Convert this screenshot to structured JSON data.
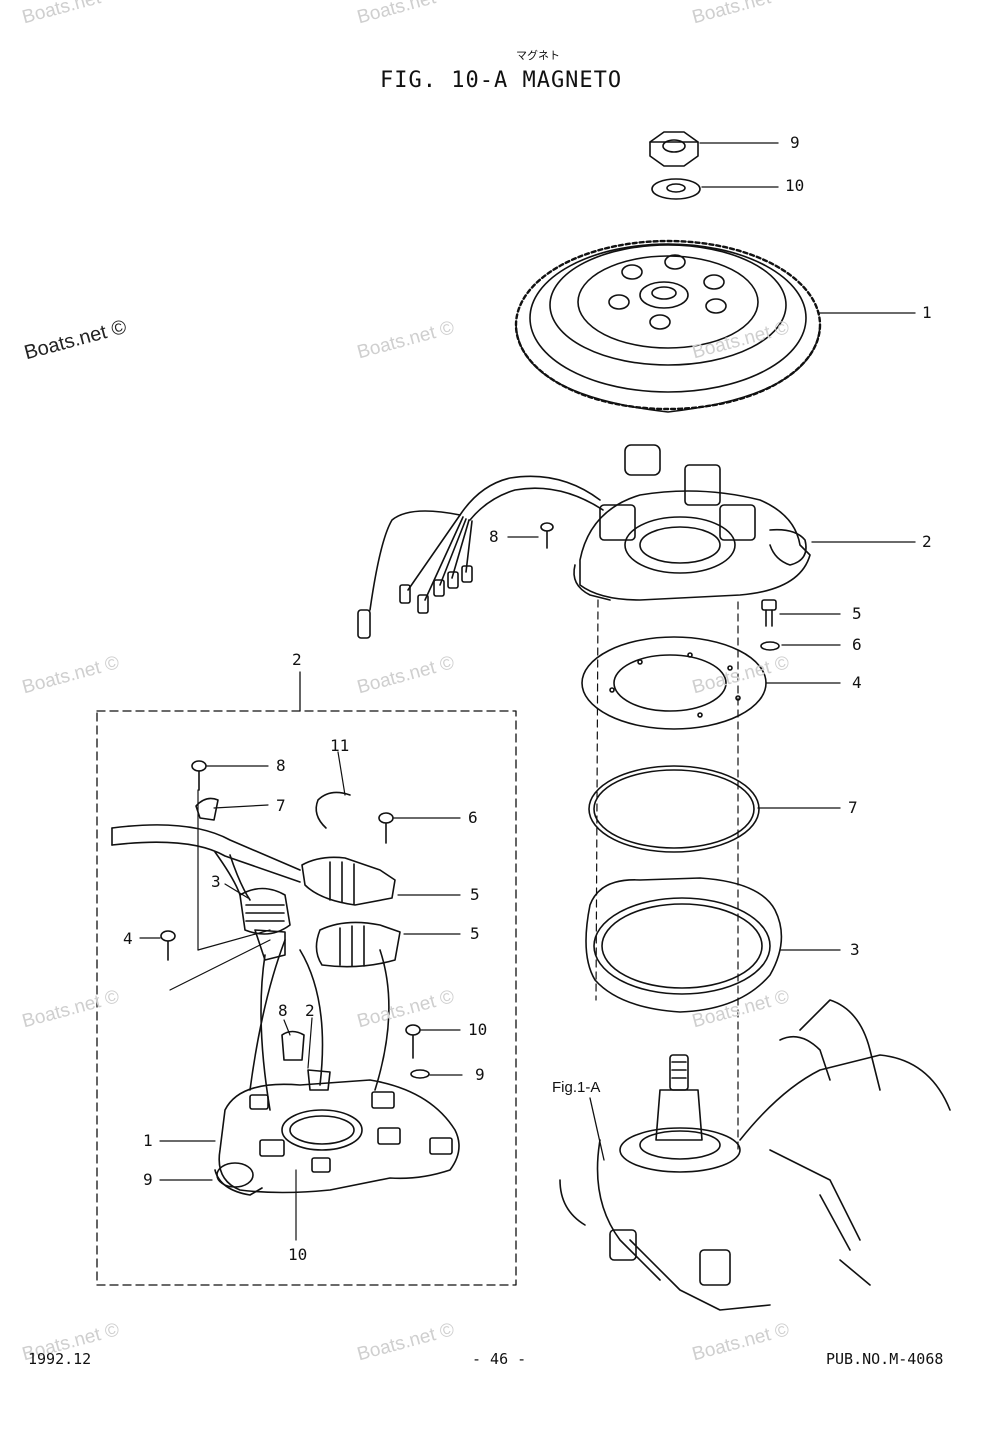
{
  "title": {
    "kana": "マグネト",
    "text": "FIG. 10-A MAGNETO"
  },
  "watermark": {
    "text": "Boats.net ©"
  },
  "callouts_main": [
    {
      "id": "nut",
      "label": "9"
    },
    {
      "id": "washer",
      "label": "10"
    },
    {
      "id": "flywheel",
      "label": "1"
    },
    {
      "id": "screw",
      "label": "8"
    },
    {
      "id": "stator-assy",
      "label": "2"
    },
    {
      "id": "bolt",
      "label": "5"
    },
    {
      "id": "lock-washer",
      "label": "6"
    },
    {
      "id": "plate",
      "label": "4"
    },
    {
      "id": "o-ring",
      "label": "7"
    },
    {
      "id": "housing",
      "label": "3"
    }
  ],
  "callouts_inset": [
    {
      "id": "group-2",
      "label": "2"
    },
    {
      "id": "i-8-top",
      "label": "8"
    },
    {
      "id": "i-11",
      "label": "11"
    },
    {
      "id": "i-7",
      "label": "7"
    },
    {
      "id": "i-6",
      "label": "6"
    },
    {
      "id": "i-3",
      "label": "3"
    },
    {
      "id": "i-5a",
      "label": "5"
    },
    {
      "id": "i-5b",
      "label": "5"
    },
    {
      "id": "i-4",
      "label": "4"
    },
    {
      "id": "i-10-right",
      "label": "10"
    },
    {
      "id": "i-8-mid",
      "label": "8"
    },
    {
      "id": "i-2-mid",
      "label": "2"
    },
    {
      "id": "i-9-right",
      "label": "9"
    },
    {
      "id": "i-1",
      "label": "1"
    },
    {
      "id": "i-9-left",
      "label": "9"
    },
    {
      "id": "i-10-bottom",
      "label": "10"
    }
  ],
  "fig_reference": "Fig.1-A",
  "footer": {
    "date": "1992.12",
    "page": "- 46 -",
    "pub": "PUB.NO.M-4068"
  }
}
